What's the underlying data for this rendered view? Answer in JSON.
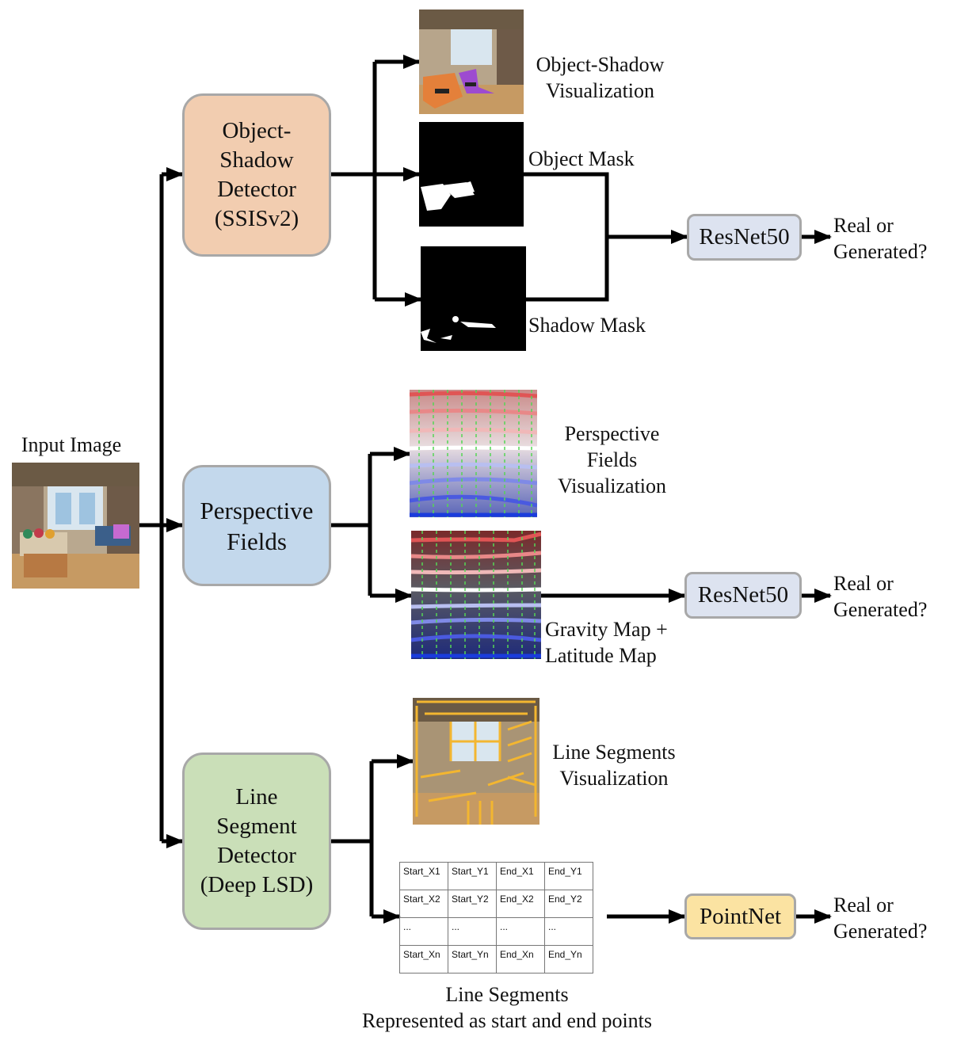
{
  "input": {
    "label": "Input Image"
  },
  "branches": {
    "object_shadow": {
      "detector": "Object-\nShadow\nDetector\n(SSISv2)",
      "vis_label": "Object-Shadow\nVisualization",
      "object_mask_label": "Object Mask",
      "shadow_mask_label": "Shadow Mask",
      "classifier": "ResNet50",
      "output": "Real or\nGenerated?"
    },
    "perspective": {
      "detector": "Perspective\nFields",
      "vis_label": "Perspective\nFields\nVisualization",
      "map_label": "Gravity Map +\nLatitude Map",
      "classifier": "ResNet50",
      "output": "Real or\nGenerated?"
    },
    "line_segment": {
      "detector": "Line\nSegment\nDetector\n(Deep LSD)",
      "vis_label": "Line Segments\nVisualization",
      "table": [
        [
          "Start_X1",
          "Start_Y1",
          "End_X1",
          "End_Y1"
        ],
        [
          "Start_X2",
          "Start_Y2",
          "End_X2",
          "End_Y2"
        ],
        [
          "...",
          "...",
          "...",
          "..."
        ],
        [
          "Start_Xn",
          "Start_Yn",
          "End_Xn",
          "End_Yn"
        ]
      ],
      "table_caption": "Line Segments\nRepresented as start and end points",
      "classifier": "PointNet",
      "output": "Real or\nGenerated?"
    }
  },
  "colors": {
    "object_shadow_box": "#f2cdb0",
    "perspective_box": "#c3d8ec",
    "line_segment_box": "#cadfb8",
    "resnet_box": "#dde3f0",
    "pointnet_box": "#fbe3a2",
    "box_border": "#a8a8a8"
  }
}
